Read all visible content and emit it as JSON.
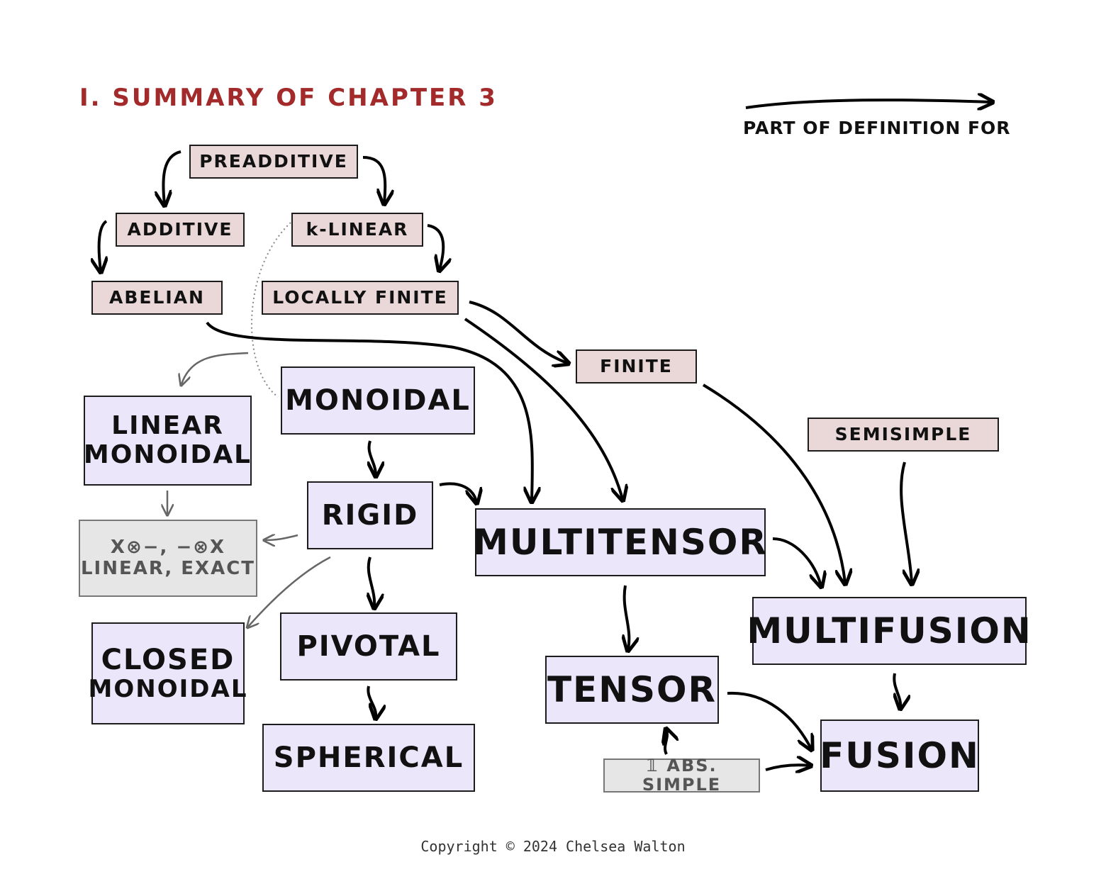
{
  "title": "I. SUMMARY OF CHAPTER 3",
  "legend": {
    "label": "PART OF DEFINITION FOR"
  },
  "nodes": {
    "preadditive": "PREADDITIVE",
    "additive": "ADDITIVE",
    "k_linear": "k-LINEAR",
    "abelian": "ABELIAN",
    "locally_finite": "LOCALLY FINITE",
    "finite": "FINITE",
    "semisimple": "SEMISIMPLE",
    "linear_monoidal_1": "LINEAR",
    "linear_monoidal_2": "MONOIDAL",
    "monoidal": "MONOIDAL",
    "rigid": "RIGID",
    "exact_1": "X⊗−, −⊗X",
    "exact_2": "LINEAR, EXACT",
    "multitensor": "MULTITENSOR",
    "closed_monoidal_1": "CLOSED",
    "closed_monoidal_2": "MONOIDAL",
    "pivotal": "PIVOTAL",
    "spherical": "SPHERICAL",
    "multifusion": "MULTIFUSION",
    "tensor": "TENSOR",
    "fusion": "FUSION",
    "unit_abs_simple": "𝟙 ABS. SIMPLE"
  },
  "colors": {
    "title": "#a32a2a",
    "property_box": "#ead8d8",
    "category_box": "#ece6fb",
    "condition_box": "#e6e6e6",
    "arrow": "#000000",
    "implication_arrow": "#666666"
  },
  "footer": "Copyright © 2024 Chelsea Walton"
}
